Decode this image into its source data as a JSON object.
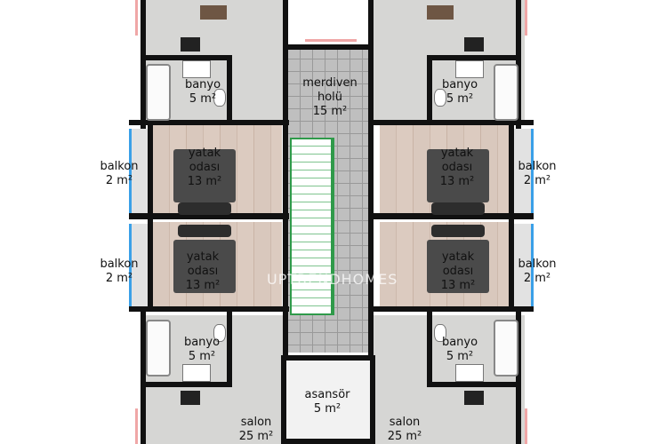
{
  "floor_plan": {
    "labels": {
      "merdiven": [
        "merdiven",
        "holü",
        "15 m²"
      ],
      "banyo_tl": [
        "banyo",
        "5 m²"
      ],
      "banyo_tr": [
        "banyo",
        "5 m²"
      ],
      "banyo_bl": [
        "banyo",
        "5 m²"
      ],
      "banyo_br": [
        "banyo",
        "5 m²"
      ],
      "yatak_tl": [
        "yatak",
        "odası",
        "13 m²"
      ],
      "yatak_tr": [
        "yatak",
        "odası",
        "13 m²"
      ],
      "yatak_bl": [
        "yatak",
        "odası",
        "13 m²"
      ],
      "yatak_br": [
        "yatak",
        "odası",
        "13 m²"
      ],
      "balkon_tl": [
        "balkon",
        "2 m²"
      ],
      "balkon_tr": [
        "balkon",
        "2 m²"
      ],
      "balkon_bl": [
        "balkon",
        "2 m²"
      ],
      "balkon_br": [
        "balkon",
        "2 m²"
      ],
      "asansor": [
        "asansör",
        "5 m²"
      ],
      "salon_l": [
        "salon",
        "25 m²"
      ],
      "salon_r": [
        "salon",
        "25 m²"
      ]
    },
    "watermark": "UPTRENDHOMES",
    "colors": {
      "wall": "#111111",
      "floor_grey": "#d6d6d4",
      "floor_wood": "#d9c8bd",
      "stair_green": "#2f9a4a",
      "glass_blue": "#3aa0e8"
    }
  }
}
